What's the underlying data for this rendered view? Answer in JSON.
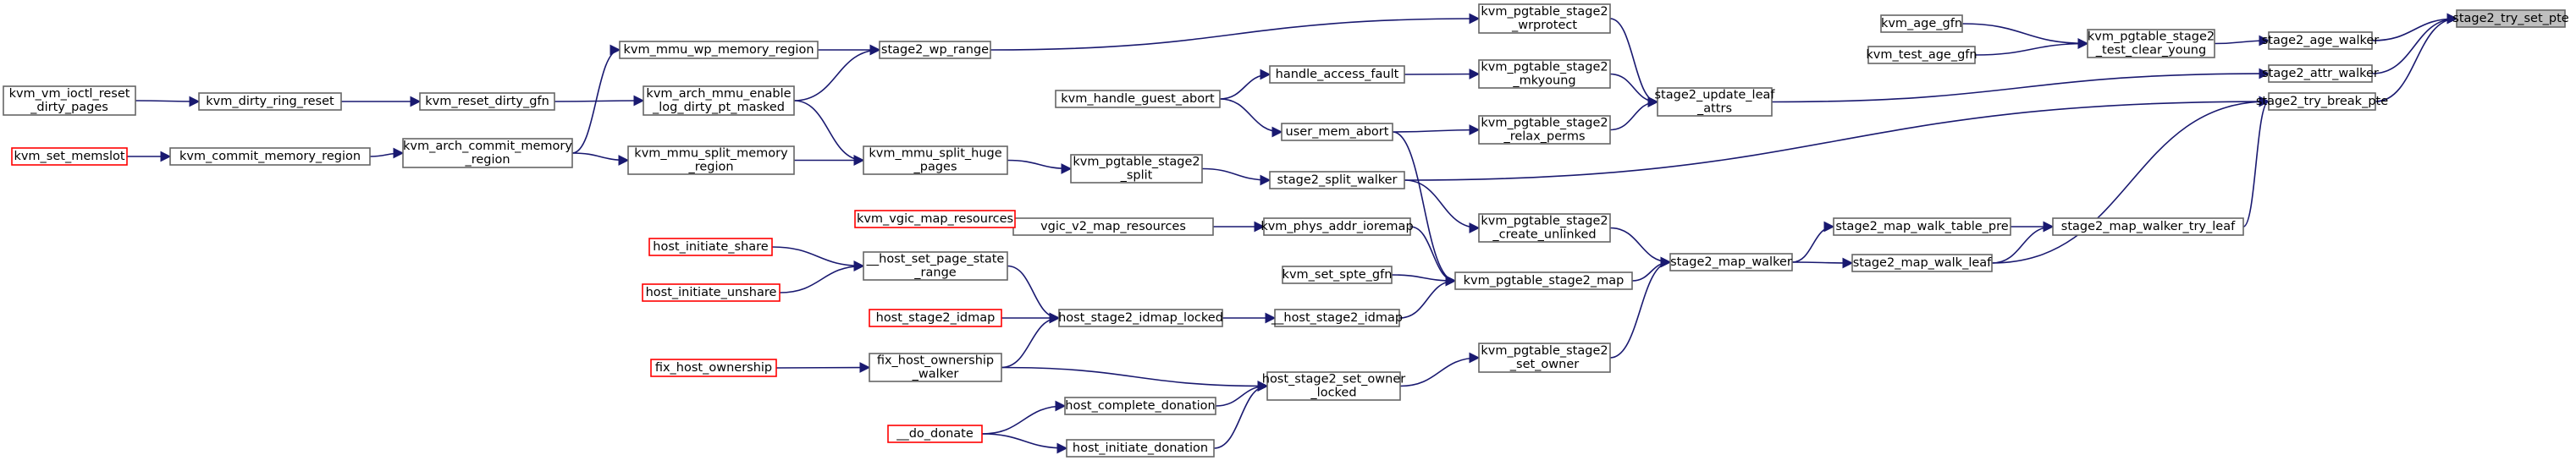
{
  "diagram": {
    "root": "stage2_try_set_pte",
    "colors": {
      "edge": "#191970",
      "node_border": "#666666",
      "truncated_border": "#ff0000",
      "root_fill": "#bfbfbf"
    },
    "nodes": [
      {
        "id": "stage2_try_set_pte",
        "lines": [
          "stage2_try_set_pte"
        ]
      },
      {
        "id": "stage2_age_walker",
        "lines": [
          "stage2_age_walker"
        ]
      },
      {
        "id": "stage2_attr_walker",
        "lines": [
          "stage2_attr_walker"
        ]
      },
      {
        "id": "stage2_try_break_pte",
        "lines": [
          "stage2_try_break_pte"
        ]
      },
      {
        "id": "kvm_pgtable_stage2_test_clear_young",
        "lines": [
          "kvm_pgtable_stage2",
          "_test_clear_young"
        ]
      },
      {
        "id": "kvm_age_gfn",
        "lines": [
          "kvm_age_gfn"
        ]
      },
      {
        "id": "kvm_test_age_gfn",
        "lines": [
          "kvm_test_age_gfn"
        ]
      },
      {
        "id": "stage2_update_leaf_attrs",
        "lines": [
          "stage2_update_leaf",
          "_attrs"
        ]
      },
      {
        "id": "kvm_pgtable_stage2_wrprotect",
        "lines": [
          "kvm_pgtable_stage2",
          "_wrprotect"
        ]
      },
      {
        "id": "kvm_pgtable_stage2_mkyoung",
        "lines": [
          "kvm_pgtable_stage2",
          "_mkyoung"
        ]
      },
      {
        "id": "kvm_pgtable_stage2_relax_perms",
        "lines": [
          "kvm_pgtable_stage2",
          "_relax_perms"
        ]
      },
      {
        "id": "stage2_wp_range",
        "lines": [
          "stage2_wp_range"
        ]
      },
      {
        "id": "kvm_mmu_wp_memory_region",
        "lines": [
          "kvm_mmu_wp_memory_region"
        ]
      },
      {
        "id": "kvm_arch_mmu_enable_log_dirty_pt_masked",
        "lines": [
          "kvm_arch_mmu_enable",
          "_log_dirty_pt_masked"
        ]
      },
      {
        "id": "kvm_arch_commit_memory_region",
        "lines": [
          "kvm_arch_commit_memory",
          "_region"
        ]
      },
      {
        "id": "kvm_reset_dirty_gfn",
        "lines": [
          "kvm_reset_dirty_gfn"
        ]
      },
      {
        "id": "kvm_dirty_ring_reset",
        "lines": [
          "kvm_dirty_ring_reset"
        ]
      },
      {
        "id": "kvm_vm_ioctl_reset_dirty_pages",
        "lines": [
          "kvm_vm_ioctl_reset",
          "_dirty_pages"
        ]
      },
      {
        "id": "kvm_commit_memory_region",
        "lines": [
          "kvm_commit_memory_region"
        ]
      },
      {
        "id": "kvm_set_memslot",
        "lines": [
          "kvm_set_memslot"
        ],
        "truncated": true
      },
      {
        "id": "handle_access_fault",
        "lines": [
          "handle_access_fault"
        ]
      },
      {
        "id": "kvm_handle_guest_abort",
        "lines": [
          "kvm_handle_guest_abort"
        ]
      },
      {
        "id": "user_mem_abort",
        "lines": [
          "user_mem_abort"
        ]
      },
      {
        "id": "stage2_split_walker",
        "lines": [
          "stage2_split_walker"
        ]
      },
      {
        "id": "kvm_pgtable_stage2_split",
        "lines": [
          "kvm_pgtable_stage2",
          "_split"
        ]
      },
      {
        "id": "kvm_mmu_split_huge_pages",
        "lines": [
          "kvm_mmu_split_huge",
          "_pages"
        ]
      },
      {
        "id": "kvm_mmu_split_memory_region",
        "lines": [
          "kvm_mmu_split_memory",
          "_region"
        ]
      },
      {
        "id": "stage2_map_walker_try_leaf",
        "lines": [
          "stage2_map_walker_try_leaf"
        ]
      },
      {
        "id": "stage2_map_walk_table_pre",
        "lines": [
          "stage2_map_walk_table_pre"
        ]
      },
      {
        "id": "stage2_map_walk_leaf",
        "lines": [
          "stage2_map_walk_leaf"
        ]
      },
      {
        "id": "stage2_map_walker",
        "lines": [
          "stage2_map_walker"
        ]
      },
      {
        "id": "kvm_pgtable_stage2_create_unlinked",
        "lines": [
          "kvm_pgtable_stage2",
          "_create_unlinked"
        ]
      },
      {
        "id": "kvm_pgtable_stage2_map",
        "lines": [
          "kvm_pgtable_stage2_map"
        ]
      },
      {
        "id": "kvm_pgtable_stage2_set_owner",
        "lines": [
          "kvm_pgtable_stage2",
          "_set_owner"
        ]
      },
      {
        "id": "kvm_phys_addr_ioremap",
        "lines": [
          "kvm_phys_addr_ioremap"
        ]
      },
      {
        "id": "kvm_set_spte_gfn",
        "lines": [
          "kvm_set_spte_gfn"
        ]
      },
      {
        "id": "__host_stage2_idmap",
        "lines": [
          "__host_stage2_idmap"
        ]
      },
      {
        "id": "vgic_v2_map_resources",
        "lines": [
          "vgic_v2_map_resources"
        ]
      },
      {
        "id": "kvm_vgic_map_resources",
        "lines": [
          "kvm_vgic_map_resources"
        ],
        "truncated": true
      },
      {
        "id": "host_stage2_idmap_locked",
        "lines": [
          "host_stage2_idmap_locked"
        ]
      },
      {
        "id": "__host_set_page_state_range",
        "lines": [
          "__host_set_page_state",
          "_range"
        ]
      },
      {
        "id": "host_initiate_share",
        "lines": [
          "host_initiate_share"
        ],
        "truncated": true
      },
      {
        "id": "host_initiate_unshare",
        "lines": [
          "host_initiate_unshare"
        ],
        "truncated": true
      },
      {
        "id": "host_stage2_idmap",
        "lines": [
          "host_stage2_idmap"
        ],
        "truncated": true
      },
      {
        "id": "fix_host_ownership_walker",
        "lines": [
          "fix_host_ownership",
          "_walker"
        ]
      },
      {
        "id": "fix_host_ownership",
        "lines": [
          "fix_host_ownership"
        ],
        "truncated": true
      },
      {
        "id": "host_stage2_set_owner_locked",
        "lines": [
          "host_stage2_set_owner",
          "_locked"
        ]
      },
      {
        "id": "host_complete_donation",
        "lines": [
          "host_complete_donation"
        ]
      },
      {
        "id": "host_initiate_donation",
        "lines": [
          "host_initiate_donation"
        ]
      },
      {
        "id": "__do_donate",
        "lines": [
          "__do_donate"
        ],
        "truncated": true
      }
    ],
    "edges": [
      [
        "stage2_age_walker",
        "stage2_try_set_pte"
      ],
      [
        "stage2_attr_walker",
        "stage2_try_set_pte"
      ],
      [
        "stage2_try_break_pte",
        "stage2_try_set_pte"
      ],
      [
        "kvm_pgtable_stage2_test_clear_young",
        "stage2_age_walker"
      ],
      [
        "kvm_age_gfn",
        "kvm_pgtable_stage2_test_clear_young"
      ],
      [
        "kvm_test_age_gfn",
        "kvm_pgtable_stage2_test_clear_young"
      ],
      [
        "stage2_update_leaf_attrs",
        "stage2_attr_walker"
      ],
      [
        "kvm_pgtable_stage2_wrprotect",
        "stage2_update_leaf_attrs"
      ],
      [
        "kvm_pgtable_stage2_mkyoung",
        "stage2_update_leaf_attrs"
      ],
      [
        "kvm_pgtable_stage2_relax_perms",
        "stage2_update_leaf_attrs"
      ],
      [
        "stage2_wp_range",
        "kvm_pgtable_stage2_wrprotect"
      ],
      [
        "kvm_mmu_wp_memory_region",
        "stage2_wp_range"
      ],
      [
        "kvm_arch_mmu_enable_log_dirty_pt_masked",
        "stage2_wp_range"
      ],
      [
        "kvm_arch_commit_memory_region",
        "kvm_mmu_wp_memory_region"
      ],
      [
        "kvm_reset_dirty_gfn",
        "kvm_arch_mmu_enable_log_dirty_pt_masked"
      ],
      [
        "kvm_dirty_ring_reset",
        "kvm_reset_dirty_gfn"
      ],
      [
        "kvm_vm_ioctl_reset_dirty_pages",
        "kvm_dirty_ring_reset"
      ],
      [
        "kvm_commit_memory_region",
        "kvm_arch_commit_memory_region"
      ],
      [
        "kvm_set_memslot",
        "kvm_commit_memory_region"
      ],
      [
        "handle_access_fault",
        "kvm_pgtable_stage2_mkyoung"
      ],
      [
        "kvm_handle_guest_abort",
        "handle_access_fault"
      ],
      [
        "kvm_handle_guest_abort",
        "user_mem_abort"
      ],
      [
        "user_mem_abort",
        "kvm_pgtable_stage2_relax_perms"
      ],
      [
        "user_mem_abort",
        "kvm_pgtable_stage2_map"
      ],
      [
        "stage2_split_walker",
        "stage2_try_break_pte"
      ],
      [
        "kvm_pgtable_stage2_split",
        "stage2_split_walker"
      ],
      [
        "kvm_mmu_split_huge_pages",
        "kvm_pgtable_stage2_split"
      ],
      [
        "kvm_arch_mmu_enable_log_dirty_pt_masked",
        "kvm_mmu_split_huge_pages"
      ],
      [
        "kvm_mmu_split_memory_region",
        "kvm_mmu_split_huge_pages"
      ],
      [
        "kvm_arch_commit_memory_region",
        "kvm_mmu_split_memory_region"
      ],
      [
        "stage2_map_walker_try_leaf",
        "stage2_try_break_pte"
      ],
      [
        "stage2_map_walk_leaf",
        "stage2_try_break_pte"
      ],
      [
        "stage2_map_walk_table_pre",
        "stage2_map_walker_try_leaf"
      ],
      [
        "stage2_map_walk_leaf",
        "stage2_map_walker_try_leaf"
      ],
      [
        "stage2_map_walker",
        "stage2_map_walk_table_pre"
      ],
      [
        "stage2_map_walker",
        "stage2_map_walk_leaf"
      ],
      [
        "kvm_pgtable_stage2_create_unlinked",
        "stage2_map_walker"
      ],
      [
        "kvm_pgtable_stage2_map",
        "stage2_map_walker"
      ],
      [
        "kvm_pgtable_stage2_set_owner",
        "stage2_map_walker"
      ],
      [
        "stage2_split_walker",
        "kvm_pgtable_stage2_create_unlinked"
      ],
      [
        "kvm_phys_addr_ioremap",
        "kvm_pgtable_stage2_map"
      ],
      [
        "kvm_set_spte_gfn",
        "kvm_pgtable_stage2_map"
      ],
      [
        "__host_stage2_idmap",
        "kvm_pgtable_stage2_map"
      ],
      [
        "vgic_v2_map_resources",
        "kvm_phys_addr_ioremap"
      ],
      [
        "kvm_vgic_map_resources",
        "vgic_v2_map_resources"
      ],
      [
        "host_stage2_idmap_locked",
        "__host_stage2_idmap"
      ],
      [
        "__host_set_page_state_range",
        "host_stage2_idmap_locked"
      ],
      [
        "host_initiate_share",
        "__host_set_page_state_range"
      ],
      [
        "host_initiate_unshare",
        "__host_set_page_state_range"
      ],
      [
        "host_stage2_idmap",
        "host_stage2_idmap_locked"
      ],
      [
        "fix_host_ownership_walker",
        "host_stage2_idmap_locked"
      ],
      [
        "fix_host_ownership",
        "fix_host_ownership_walker"
      ],
      [
        "host_stage2_set_owner_locked",
        "kvm_pgtable_stage2_set_owner"
      ],
      [
        "fix_host_ownership_walker",
        "host_stage2_set_owner_locked"
      ],
      [
        "host_complete_donation",
        "host_stage2_set_owner_locked"
      ],
      [
        "host_initiate_donation",
        "host_stage2_set_owner_locked"
      ],
      [
        "__do_donate",
        "host_complete_donation"
      ],
      [
        "__do_donate",
        "host_initiate_donation"
      ]
    ]
  }
}
